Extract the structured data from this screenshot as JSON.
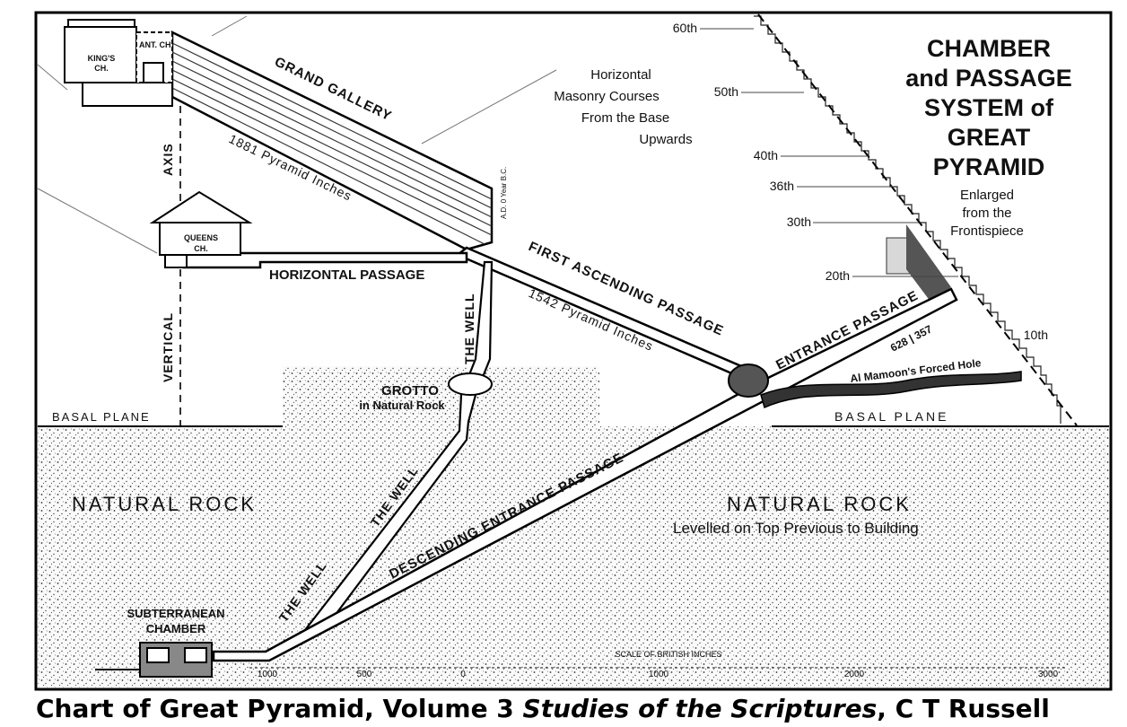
{
  "title": {
    "line1": "CHAMBER",
    "line2": "and PASSAGE",
    "line3": "SYSTEM of",
    "line4": "GREAT",
    "line5": "PYRAMID"
  },
  "subtitle": {
    "line1": "Enlarged",
    "line2": "from the",
    "line3": "Frontispiece"
  },
  "courses_note": {
    "line1": "Horizontal",
    "line2": "Masonry Courses",
    "line3": "From the Base",
    "line4": "Upwards"
  },
  "course_labels": [
    "60th",
    "50th",
    "40th",
    "36th",
    "30th",
    "20th",
    "10th"
  ],
  "chambers": {
    "kings_line1": "KING'S",
    "kings_line2": "CH.",
    "antechamber": "ANT. CH.",
    "queens_line1": "QUEENS",
    "queens_line2": "CH.",
    "subterranean_line1": "SUBTERRANEAN",
    "subterranean_line2": "CHAMBER",
    "grotto": "GROTTO",
    "grotto_sub": "in Natural Rock"
  },
  "passages": {
    "grand_gallery": "GRAND GALLERY",
    "gallery_length": "1881 Pyramid Inches",
    "horizontal": "HORIZONTAL PASSAGE",
    "first_ascending": "FIRST ASCENDING PASSAGE",
    "ascending_length": "1542 Pyramid Inches",
    "entrance": "ENTRANCE PASSAGE",
    "entrance_numbers": "628 | 357",
    "descending": "DESCENDING ENTRANCE PASSAGE",
    "well": "THE WELL",
    "forced_hole": "Al Mamoon's Forced Hole",
    "date_mark": "A.D. 0 Year B.C."
  },
  "labels": {
    "axis": "AXIS",
    "vertical": "VERTICAL",
    "basal_plane": "BASAL PLANE",
    "natural_rock": "NATURAL ROCK",
    "levelled": "Levelled on Top Previous to Building"
  },
  "scale": {
    "title": "SCALE OF BRITISH INCHES",
    "ticks": [
      "1000",
      "500",
      "0",
      "1000",
      "2000",
      "3000"
    ]
  },
  "caption": {
    "prefix": "Chart of Great Pyramid, Volume 3 ",
    "italic": "Studies of the Scriptures",
    "suffix": ", C T Russell"
  }
}
